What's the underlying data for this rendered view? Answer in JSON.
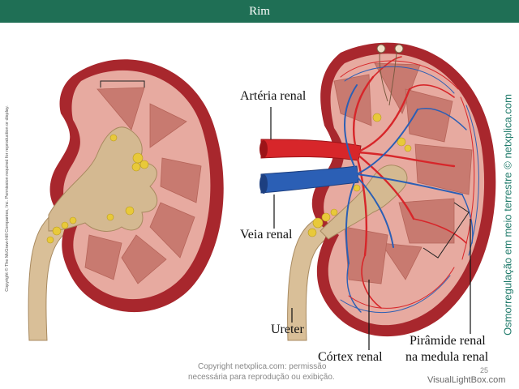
{
  "header": {
    "title": "Rim"
  },
  "labels": {
    "renal_artery": "Artéria renal",
    "renal_vein": "Veia renal",
    "ureter": "Ureter",
    "renal_cortex": "Córtex renal",
    "renal_pyramid_line1": "Pirâmide renal",
    "renal_pyramid_line2": "na medula renal"
  },
  "side_texts": {
    "copyright_vertical": "Copyright © The McGraw-Hill Companies, Inc. Permission required for reproduction or display.",
    "website_vertical": "Osmorregulação em meio terrestre © netxplica.com"
  },
  "footer": {
    "permission_line1": "Copyright netxplica.com: permissão",
    "permission_line2": "necessária para reprodução ou exibição.",
    "page_number": "25",
    "watermark": "VisualLightBox.com"
  },
  "colors": {
    "title_bar": "#1f6f55",
    "capsule": "#a8272d",
    "cortex": "#e7aaa0",
    "pyramid": "#c87a70",
    "pelvis": "#d4b991",
    "fat": "#e8c93a",
    "artery": "#d7262a",
    "vein": "#2b5fb5",
    "website_text": "#1f7a6a"
  }
}
